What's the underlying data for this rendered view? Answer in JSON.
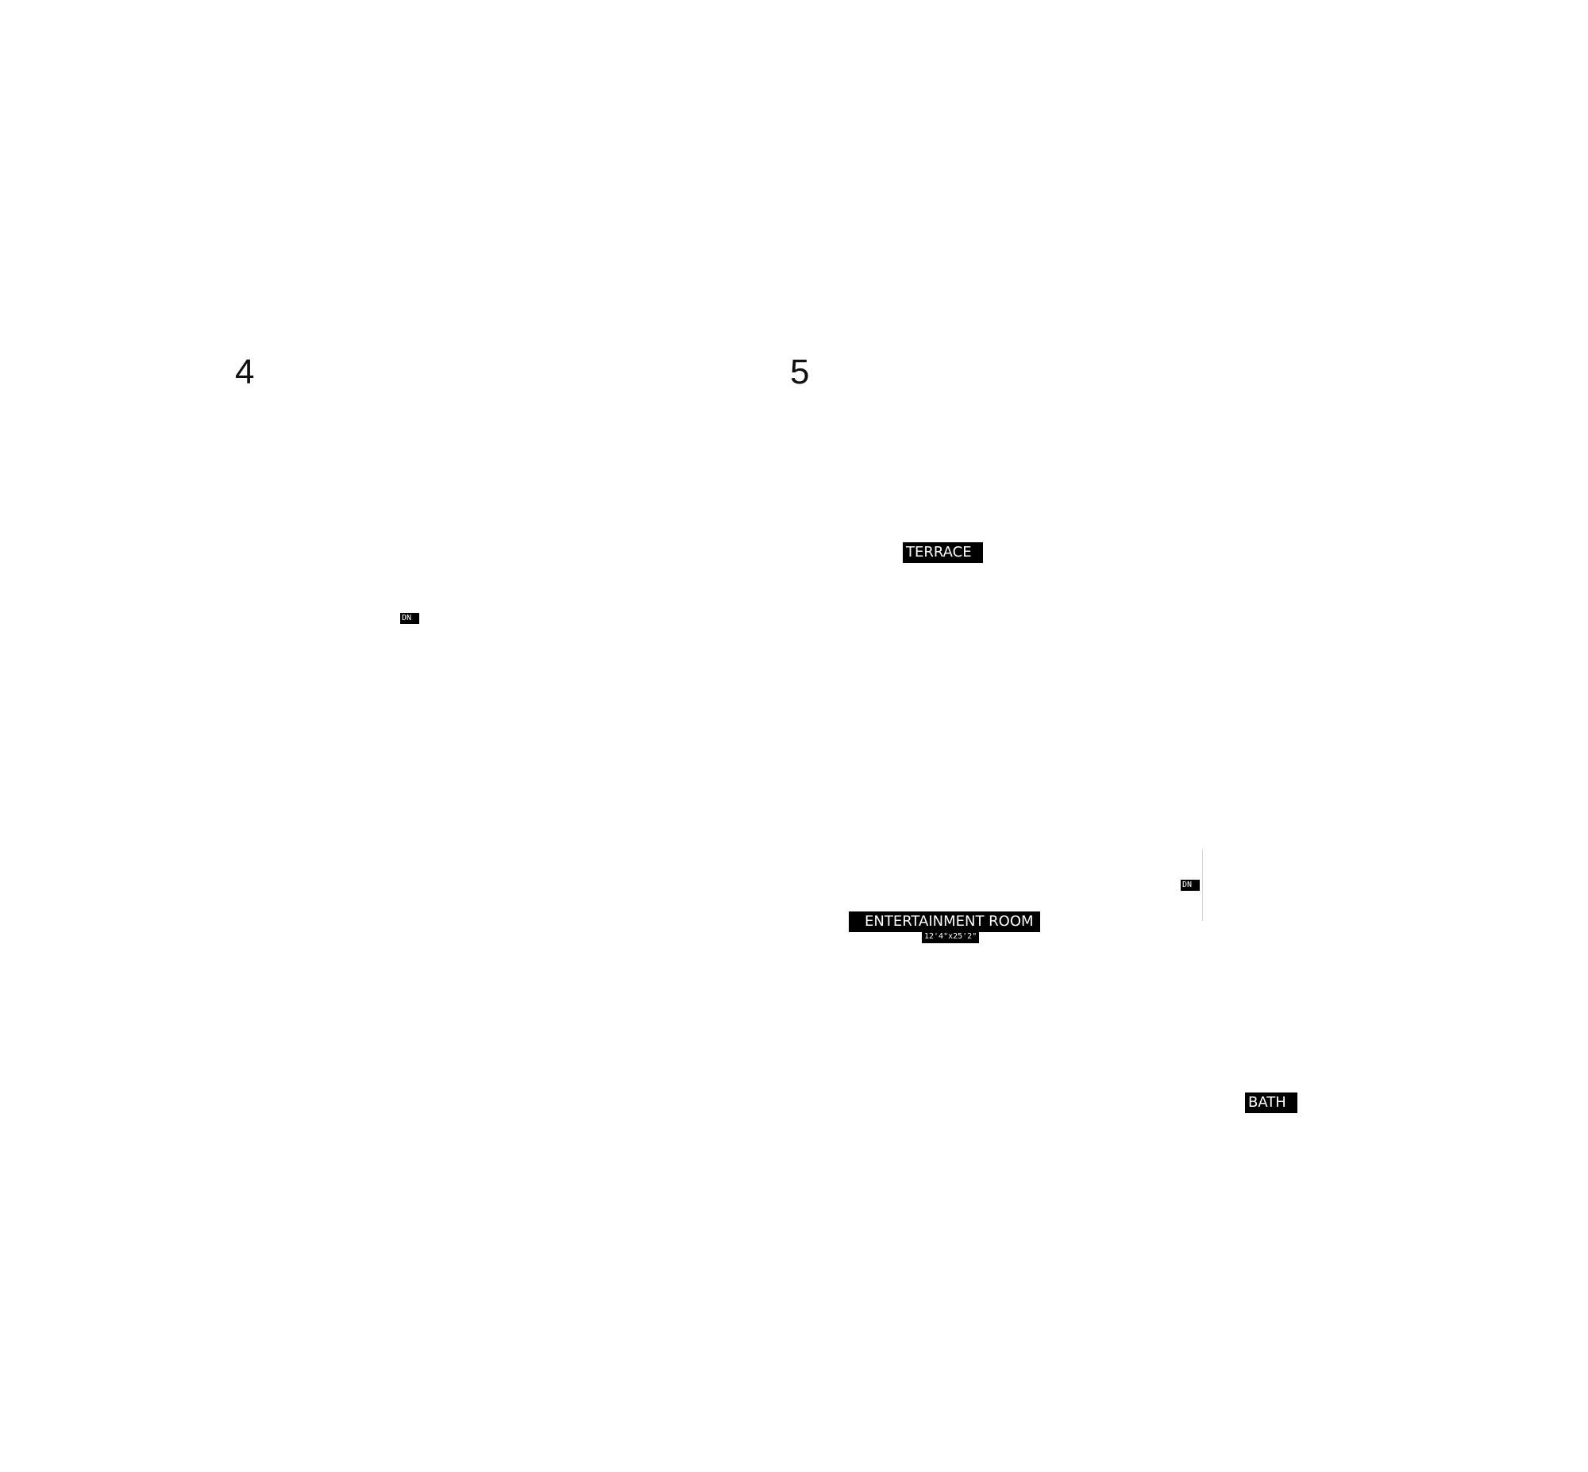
{
  "levels": [
    {
      "number": "4"
    },
    {
      "number": "5"
    }
  ],
  "level4": {
    "stair_label": "DN"
  },
  "level5": {
    "terrace": {
      "label": "TERRACE"
    },
    "entertainment_room": {
      "label": "ENTERTAINMENT ROOM",
      "dimensions": "12'4\"x25'2\""
    },
    "bath": {
      "label": "BATH"
    },
    "stair_label": "DN"
  },
  "colors": {
    "label_background": "#000000",
    "label_text": "#ffffff",
    "page_background": "#ffffff"
  }
}
